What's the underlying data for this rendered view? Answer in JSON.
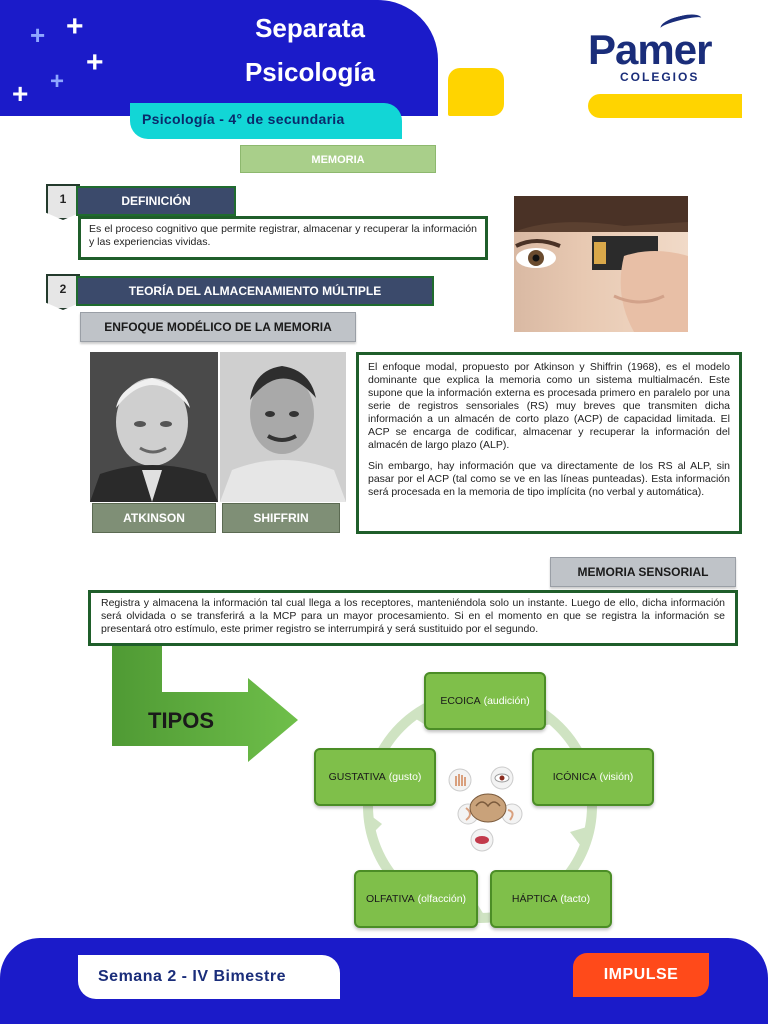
{
  "header": {
    "title_line1": "Separata",
    "title_line2": "Psicología",
    "subject": "Psicología - 4° de secundaria",
    "logo": {
      "name": "Pamer",
      "sub": "COLEGIOS"
    }
  },
  "topic_tab": "MEMORIA",
  "section1": {
    "number": "1",
    "title": "DEFINICIÓN",
    "text": "Es el proceso cognitivo que permite registrar, almacenar y recuperar la información y las experiencias vividas."
  },
  "section2": {
    "number": "2",
    "title": "TEORÍA DEL ALMACENAMIENTO MÚLTIPLE",
    "subtitle": "ENFOQUE MODÉLICO DE LA MEMORIA",
    "people": [
      "ATKINSON",
      "SHIFFRIN"
    ],
    "paragraph1": "El enfoque modal, propuesto por Atkinson y Shiffrin (1968), es el modelo dominante que explica la memoria como un sistema multialmacén. Este supone que la información externa es procesada primero en paralelo por una serie de registros sensoriales (RS) muy breves que transmiten dicha información a un almacén de corto plazo (ACP) de capacidad limitada. El ACP se encarga de codificar, almacenar y recuperar la información del almacén de largo plazo (ALP).",
    "paragraph2": "Sin embargo, hay información que va directamente de los RS al ALP, sin pasar por el ACP (tal como se ve en las líneas punteadas). Esta información será procesada en la memoria de tipo implícita (no verbal y automática)."
  },
  "sensory": {
    "title": "MEMORIA SENSORIAL",
    "text": "Registra y almacena la información tal cual llega a los receptores, manteniéndola solo un instante. Luego de ello, dicha información será olvidada o se transferirá a la MCP para un mayor procesamiento. Si en el momento en que se registra la información se presentará otro estímulo, este primer registro se interrumpirá y será sustituido por el segundo.",
    "tipos_label": "TIPOS",
    "types": [
      {
        "name": "ECOICA",
        "detail": "(audición)"
      },
      {
        "name": "ICÓNICA",
        "detail": "(visión)"
      },
      {
        "name": "HÁPTICA",
        "detail": "(tacto)"
      },
      {
        "name": "OLFATIVA",
        "detail": "(olfacción)"
      },
      {
        "name": "GUSTATIVA",
        "detail": "(gusto)"
      }
    ]
  },
  "footer": {
    "week": "Semana 2 - IV Bimestre",
    "brand": "IMPULSE"
  },
  "colors": {
    "blue": "#1b1bc9",
    "cyan": "#12d6d6",
    "yellow": "#ffd400",
    "green_border": "#1f5e2a",
    "node_green": "#7fbf4a",
    "orange": "#ff4a1a"
  }
}
